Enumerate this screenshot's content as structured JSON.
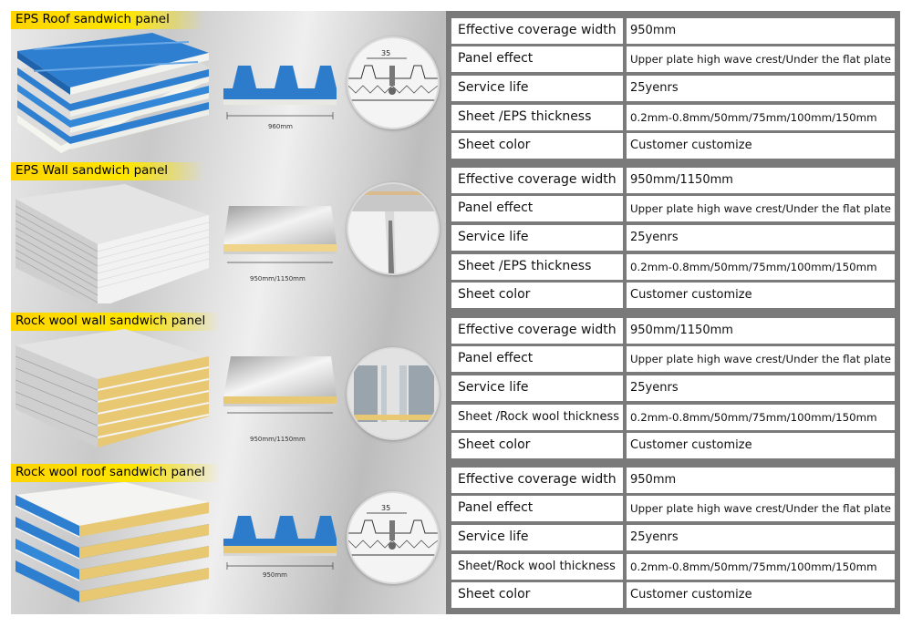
{
  "sections": [
    {
      "title": "EPS Roof sandwich panel",
      "dimension": "960mm",
      "detail_dimension": "35",
      "rows": [
        {
          "label": "Effective coverage width",
          "value": "950mm"
        },
        {
          "label": "Panel effect",
          "value": "Upper plate high wave crest/Under the flat plate"
        },
        {
          "label": "Service life",
          "value": "25yenrs"
        },
        {
          "label": "Sheet /EPS thickness",
          "value": "0.2mm-0.8mm/50mm/75mm/100mm/150mm"
        },
        {
          "label": "Sheet color",
          "value": "Customer customize"
        }
      ]
    },
    {
      "title": "EPS Wall sandwich panel",
      "dimension": "950mm/1150mm",
      "rows": [
        {
          "label": "Effective coverage width",
          "value": "950mm/1150mm"
        },
        {
          "label": "Panel effect",
          "value": "Upper plate high wave crest/Under the flat plate"
        },
        {
          "label": "Service life",
          "value": "25yenrs"
        },
        {
          "label": "Sheet /EPS thickness",
          "value": "0.2mm-0.8mm/50mm/75mm/100mm/150mm"
        },
        {
          "label": "Sheet color",
          "value": "Customer customize"
        }
      ]
    },
    {
      "title": "Rock wool wall sandwich panel",
      "dimension": "950mm/1150mm",
      "rows": [
        {
          "label": "Effective coverage width",
          "value": "950mm/1150mm"
        },
        {
          "label": "Panel effect",
          "value": "Upper plate high wave crest/Under the flat plate"
        },
        {
          "label": "Service life",
          "value": "25yenrs"
        },
        {
          "label": "Sheet /Rock wool thickness",
          "value": "0.2mm-0.8mm/50mm/75mm/100mm/150mm"
        },
        {
          "label": "Sheet color",
          "value": "Customer customize"
        }
      ]
    },
    {
      "title": "Rock wool roof sandwich panel",
      "dimension": "950mm",
      "detail_dimension": "35",
      "rows": [
        {
          "label": "Effective coverage width",
          "value": "950mm"
        },
        {
          "label": "Panel effect",
          "value": "Upper plate high wave crest/Under the flat plate"
        },
        {
          "label": "Service life",
          "value": "25yenrs"
        },
        {
          "label": "Sheet/Rock wool thickness",
          "value": "0.2mm-0.8mm/50mm/75mm/100mm/150mm"
        },
        {
          "label": "Sheet color",
          "value": "Customer customize"
        }
      ]
    }
  ],
  "colors": {
    "title_highlight": "#ffe600",
    "roof_blue": "#2f7fd0",
    "foam_white": "#f2f2ee",
    "rock_wool": "#e8c872",
    "steel_grey": "#d8d8d8",
    "table_bg": "#7a7a7a"
  }
}
